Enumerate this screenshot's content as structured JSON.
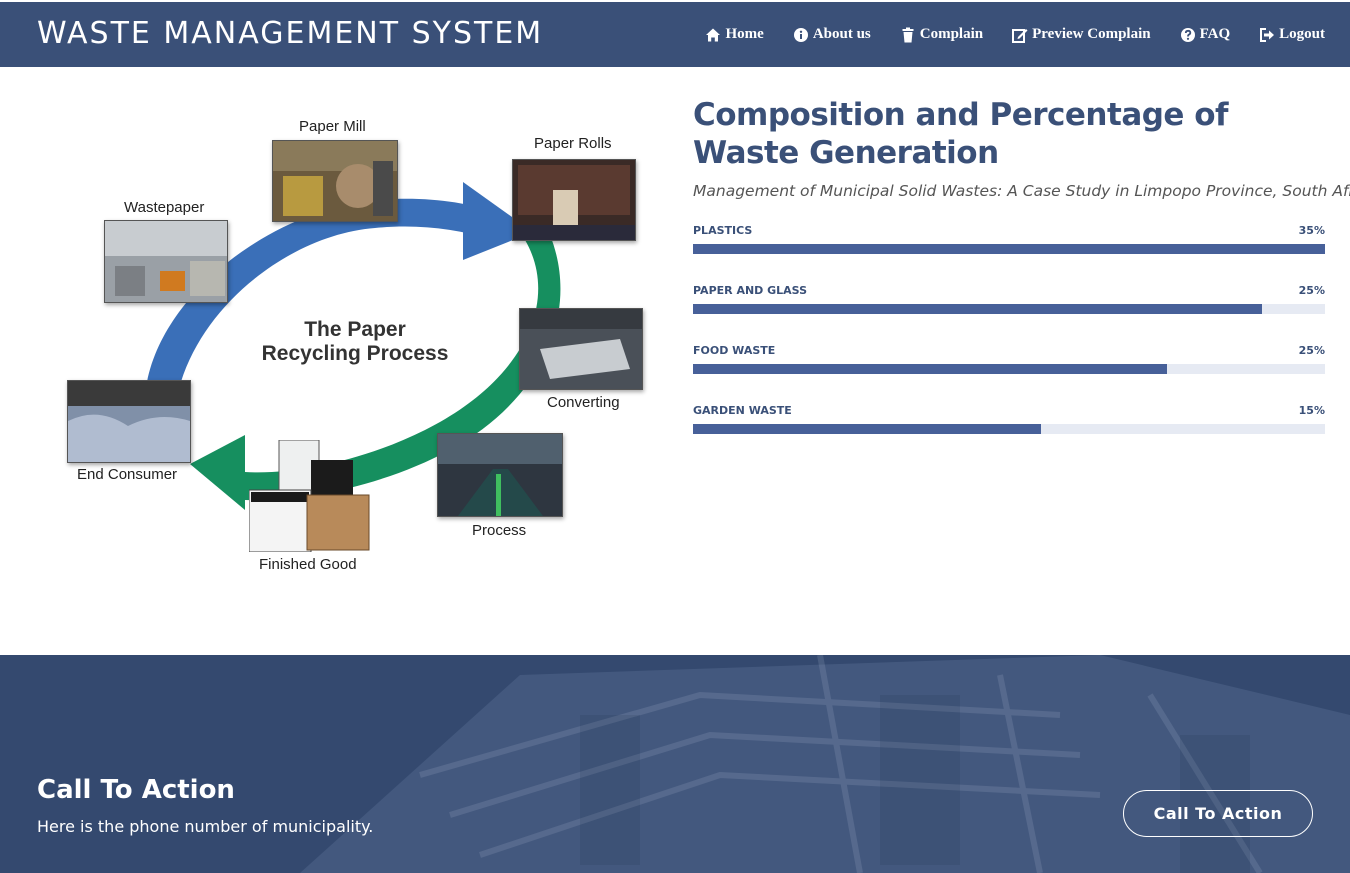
{
  "header": {
    "brand": "WASTE MANAGEMENT SYSTEM",
    "nav": [
      {
        "label": "Home",
        "icon": "home-icon"
      },
      {
        "label": "About us",
        "icon": "info-icon"
      },
      {
        "label": "Complain",
        "icon": "trash-icon"
      },
      {
        "label": "Preview Complain",
        "icon": "edit-icon"
      },
      {
        "label": "FAQ",
        "icon": "question-icon"
      },
      {
        "label": "Logout",
        "icon": "logout-icon"
      }
    ]
  },
  "diagram": {
    "title_line1": "The Paper",
    "title_line2": "Recycling Process",
    "steps": [
      "Paper Mill",
      "Paper Rolls",
      "Converting",
      "Process",
      "Finished Good",
      "End Consumer",
      "Wastepaper"
    ]
  },
  "stats": {
    "title": "Composition and Percentage of Waste Generation",
    "subtitle": "Management of Municipal Solid Wastes: A Case Study in Limpopo Province, South Africa",
    "bars": [
      {
        "name": "PLASTICS",
        "percent_label": "35%",
        "fill_fraction": 1.0
      },
      {
        "name": "PAPER AND GLASS",
        "percent_label": "25%",
        "fill_fraction": 0.9
      },
      {
        "name": "FOOD WASTE",
        "percent_label": "25%",
        "fill_fraction": 0.75
      },
      {
        "name": "GARDEN WASTE",
        "percent_label": "15%",
        "fill_fraction": 0.55
      }
    ],
    "bar_color": "#476099",
    "track_color": "#e6eaf3"
  },
  "cta": {
    "title": "Call To Action",
    "text": "Here is the phone number of municipality.",
    "button": "Call To Action"
  },
  "colors": {
    "primary": "#3a5078",
    "cycle_blue": "#3a6fb8",
    "cycle_green": "#168f5f"
  }
}
